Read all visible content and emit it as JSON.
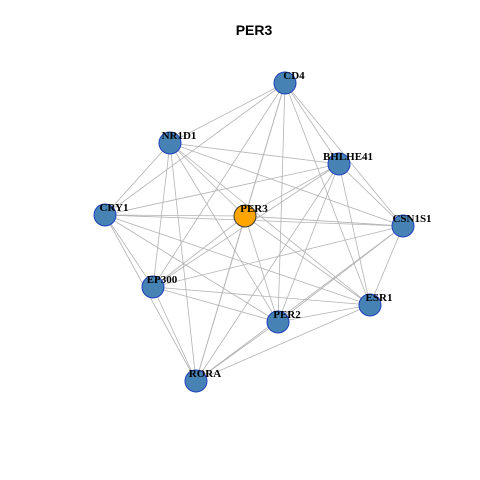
{
  "title": "PER3",
  "colors": {
    "node_fill": "#4682B4",
    "node_stroke": "#1f3fbf",
    "highlight_fill": "#FFA500",
    "highlight_stroke": "#3a3a3a",
    "edge": "#b3b3b3"
  },
  "nodes": [
    {
      "id": "CD4",
      "label": "CD4"
    },
    {
      "id": "NR1D1",
      "label": "NR1D1"
    },
    {
      "id": "BHLHE41",
      "label": "BHLHE41"
    },
    {
      "id": "CRY1",
      "label": "CRY1"
    },
    {
      "id": "PER3",
      "label": "PER3",
      "highlight": true
    },
    {
      "id": "CSN1S1",
      "label": "CSN1S1"
    },
    {
      "id": "EP300",
      "label": "EP300"
    },
    {
      "id": "ESR1",
      "label": "ESR1"
    },
    {
      "id": "PER2",
      "label": "PER2"
    },
    {
      "id": "RORA",
      "label": "RORA"
    }
  ],
  "edges": [
    [
      "CD4",
      "NR1D1"
    ],
    [
      "CD4",
      "BHLHE41"
    ],
    [
      "CD4",
      "CRY1"
    ],
    [
      "CD4",
      "PER3"
    ],
    [
      "CD4",
      "CSN1S1"
    ],
    [
      "CD4",
      "EP300"
    ],
    [
      "CD4",
      "ESR1"
    ],
    [
      "CD4",
      "PER2"
    ],
    [
      "CD4",
      "RORA"
    ],
    [
      "NR1D1",
      "BHLHE41"
    ],
    [
      "NR1D1",
      "CRY1"
    ],
    [
      "NR1D1",
      "PER3"
    ],
    [
      "NR1D1",
      "CSN1S1"
    ],
    [
      "NR1D1",
      "EP300"
    ],
    [
      "NR1D1",
      "ESR1"
    ],
    [
      "NR1D1",
      "PER2"
    ],
    [
      "NR1D1",
      "RORA"
    ],
    [
      "BHLHE41",
      "CRY1"
    ],
    [
      "BHLHE41",
      "PER3"
    ],
    [
      "BHLHE41",
      "CSN1S1"
    ],
    [
      "BHLHE41",
      "EP300"
    ],
    [
      "BHLHE41",
      "ESR1"
    ],
    [
      "BHLHE41",
      "PER2"
    ],
    [
      "BHLHE41",
      "RORA"
    ],
    [
      "CRY1",
      "PER3"
    ],
    [
      "CRY1",
      "CSN1S1"
    ],
    [
      "CRY1",
      "EP300"
    ],
    [
      "CRY1",
      "ESR1"
    ],
    [
      "CRY1",
      "PER2"
    ],
    [
      "CRY1",
      "RORA"
    ],
    [
      "PER3",
      "CSN1S1"
    ],
    [
      "PER3",
      "EP300"
    ],
    [
      "PER3",
      "ESR1"
    ],
    [
      "PER3",
      "PER2"
    ],
    [
      "PER3",
      "RORA"
    ],
    [
      "CSN1S1",
      "EP300"
    ],
    [
      "CSN1S1",
      "ESR1"
    ],
    [
      "CSN1S1",
      "PER2"
    ],
    [
      "CSN1S1",
      "RORA"
    ],
    [
      "EP300",
      "ESR1"
    ],
    [
      "EP300",
      "PER2"
    ],
    [
      "EP300",
      "RORA"
    ],
    [
      "ESR1",
      "PER2"
    ],
    [
      "ESR1",
      "RORA"
    ],
    [
      "PER2",
      "RORA"
    ]
  ]
}
